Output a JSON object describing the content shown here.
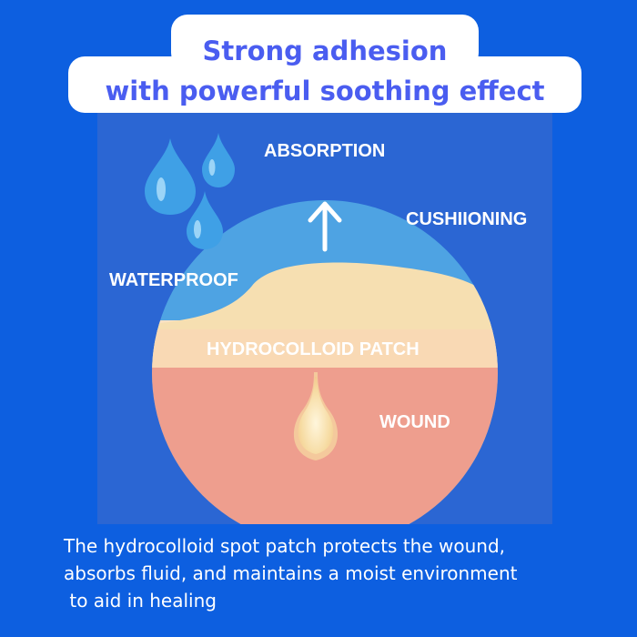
{
  "header": {
    "title_line_1": "Strong adhesion",
    "title_line_2": "with powerful soothing effect"
  },
  "diagram": {
    "label_absorption": "ABSORPTION",
    "label_cushioning": "CUSHIIONING",
    "label_waterproof": "WATERPROOF",
    "label_patch": "HYDROCOLLOID PATCH",
    "label_wound": "WOUND",
    "icons": [
      "water-drop-icon",
      "up-arrow-icon"
    ],
    "colors": {
      "panel": "#2b66d3",
      "sky": "#4ea3e3",
      "patch": "#f9dfb0",
      "skin": "#ee9e8e",
      "drop": "#3fa0e6"
    }
  },
  "caption": {
    "line_1": "The hydrocolloid spot patch protects the wound,",
    "line_2": "absorbs fluid, and maintains a moist environment",
    "line_3": " to aid in healing"
  }
}
